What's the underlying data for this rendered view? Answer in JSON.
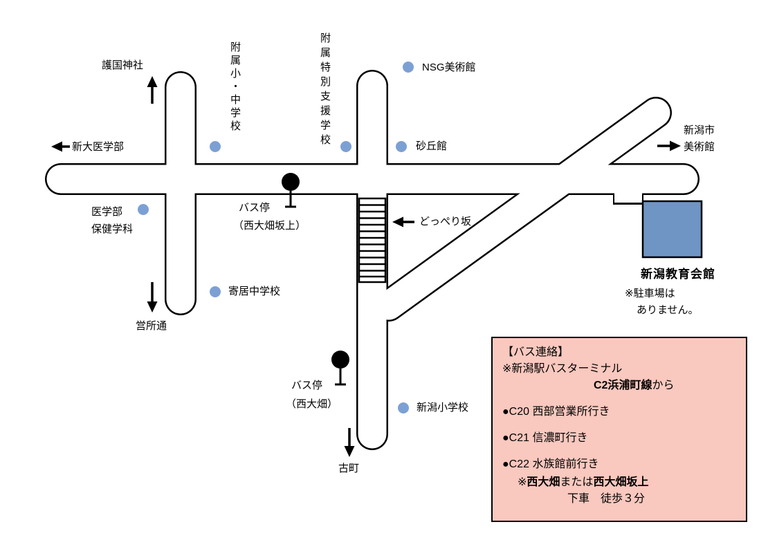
{
  "map": {
    "colors": {
      "landmark_dot": "#7da0d4",
      "building_fill": "#6f95c5",
      "road_fill": "#ffffff",
      "road_outline": "#000000",
      "bus_box_bg": "#f9c8be"
    },
    "icons": {
      "landmark_dot": "●",
      "bus_stop_marker": "bus-stop-pole",
      "arrow_up": "↑",
      "arrow_down": "↓",
      "arrow_left": "←",
      "arrow_right": "→"
    },
    "landmarks": {
      "gokoku_shrine": "護国神社",
      "shindai_medical": "新大医学部",
      "fuzoku_elementary_junior": "附属小・中学校",
      "fuzoku_special_school": "附属特別支援学校",
      "nsg_museum": "NSG美術館",
      "sakyukan": "砂丘館",
      "city_museum_line1": "新潟市",
      "city_museum_line2": "美術館",
      "medical_health_line1": "医学部",
      "medical_health_line2": "保健学科",
      "dopperi_slope": "どっぺり坂",
      "yorii_junior_high": "寄居中学校",
      "eisho_dori": "営所通",
      "niigata_elementary": "新潟小学校",
      "furumachi": "古町"
    },
    "bus_stops": {
      "stop1_line1": "バス停",
      "stop1_line2": "（西大畑坂上）",
      "stop2_line1": "バス停",
      "stop2_line2": "（西大畑）"
    },
    "destination": {
      "name": "新潟教育会館",
      "note_line1": "※駐車場は",
      "note_line2": "ありません。"
    }
  },
  "bus_info": {
    "title": "【バス連絡】",
    "terminal": "※新潟駅バスターミナル",
    "line_name": "C2浜浦町線",
    "line_suffix": "から",
    "routes": [
      "●C20 西部営業所行き",
      "●C21 信濃町行き",
      "●C22 水族館前行き"
    ],
    "note_mark": "※",
    "note_stop1": "西大畑",
    "note_or": "または",
    "note_stop2": "西大畑坂上",
    "note_walk": "下車　徒歩３分"
  }
}
